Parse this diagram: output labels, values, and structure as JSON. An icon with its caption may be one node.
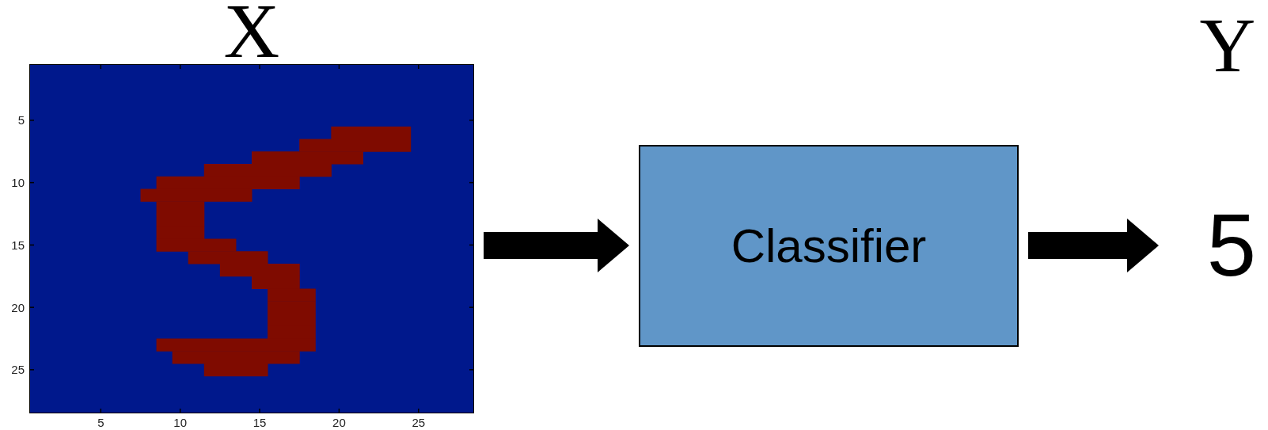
{
  "diagram": {
    "nodes": [
      {
        "text": [],
        "shape": "picture",
        "beside": [
          "X"
        ]
      },
      {
        "text": [
          "Classifier"
        ]
      },
      {
        "text": [
          "5"
        ],
        "beside": [
          "Y"
        ]
      }
    ],
    "edges": [
      {
        "from": 0,
        "to": 1,
        "arrow": "to"
      },
      {
        "from": 1,
        "to": 2,
        "arrow": "to"
      }
    ],
    "labels": [
      "5",
      "10",
      "15",
      "20",
      "25",
      "5",
      "10",
      "15",
      "20",
      "25"
    ]
  }
}
